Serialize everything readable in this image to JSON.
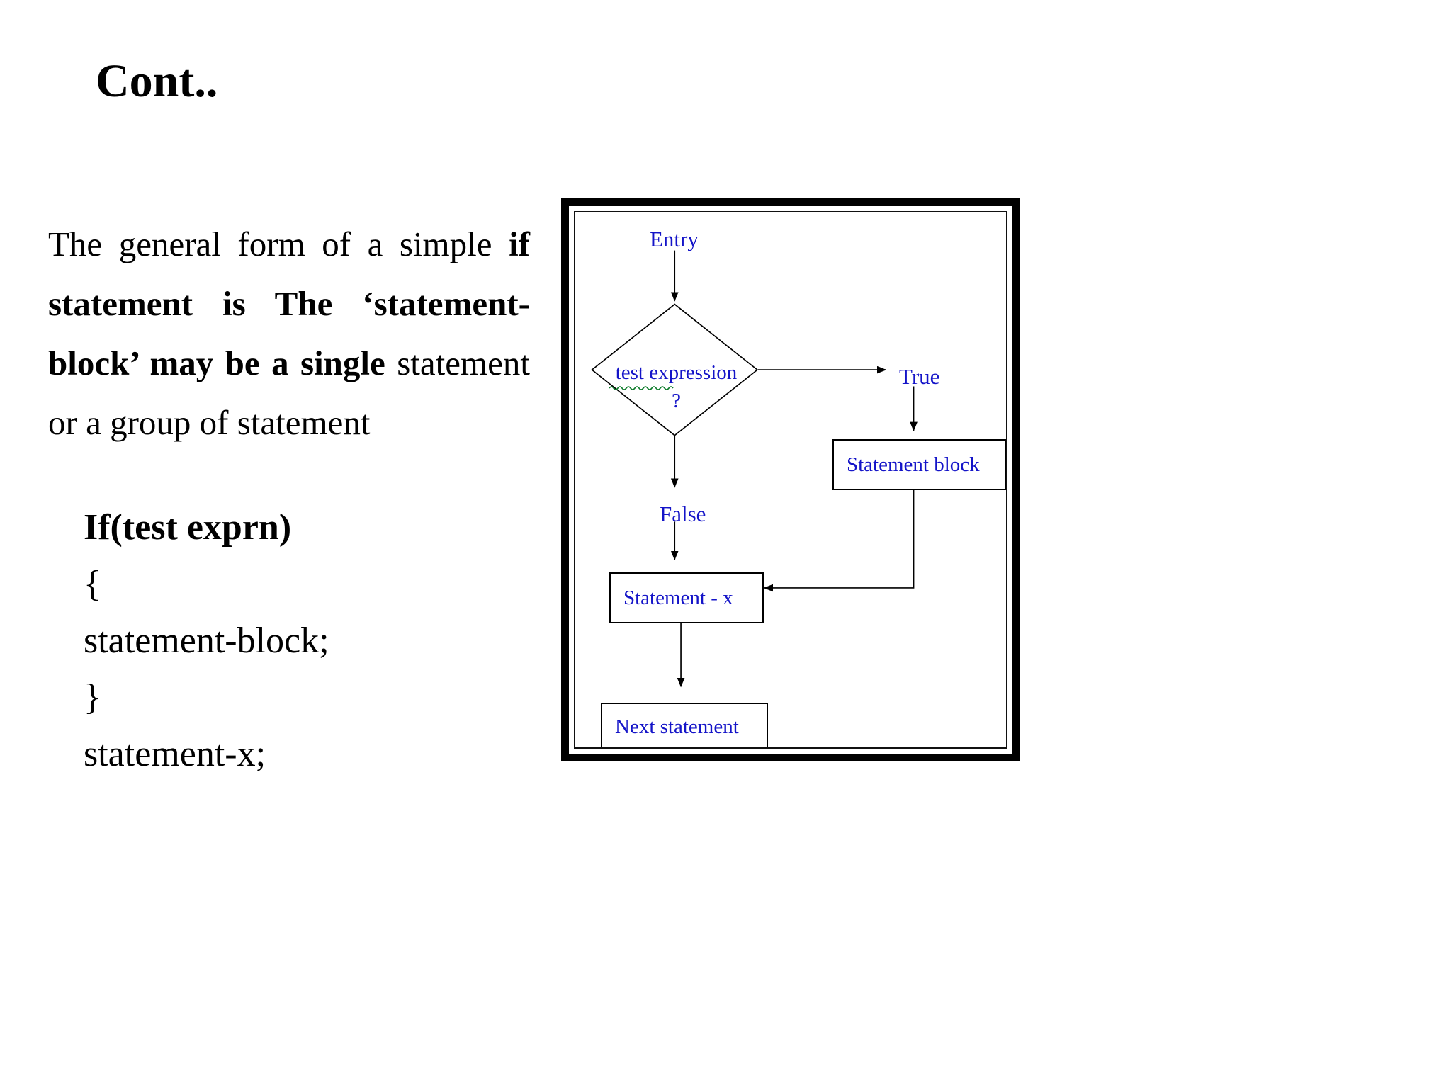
{
  "slide": {
    "title": "Cont..",
    "body_paragraph": {
      "segments": [
        {
          "text": "The general form of a simple ",
          "bold": false
        },
        {
          "text": "if statement is The ‘statement-block’ may be a single ",
          "bold": true
        },
        {
          "text": "statement or a group of statement",
          "bold": false
        }
      ],
      "plain_text": "The general form of a simple if statement is The ‘statement-block’ may be a single statement or a group of statement"
    },
    "code_block": {
      "lines": [
        {
          "text": "If(test exprn)",
          "bold": true
        },
        {
          "text": "{",
          "bold": false
        },
        {
          "text": "statement-block;",
          "bold": false
        },
        {
          "text": "}",
          "bold": false
        },
        {
          "text": "statement-x;",
          "bold": false
        }
      ]
    }
  },
  "flowchart": {
    "accent_color": "#1414c8",
    "line_color": "#000000",
    "spellcheck_underline_color": "#0a7a28",
    "labels": {
      "entry": "Entry",
      "true": "True",
      "false": "False",
      "decision_line1": "test expression",
      "decision_line2": "?"
    },
    "nodes": [
      {
        "id": "statement-block",
        "label": "Statement block",
        "shape": "rect"
      },
      {
        "id": "statement-x",
        "label": "Statement - x",
        "shape": "rect"
      },
      {
        "id": "next-statement",
        "label": "Next statement",
        "shape": "rect"
      }
    ],
    "edges": [
      {
        "from": "entry",
        "to": "decision",
        "label": ""
      },
      {
        "from": "decision",
        "to": "statement-block",
        "label": "True"
      },
      {
        "from": "decision",
        "to": "statement-x",
        "label": "False"
      },
      {
        "from": "statement-block",
        "to": "statement-x",
        "label": ""
      },
      {
        "from": "statement-x",
        "to": "next-statement",
        "label": ""
      }
    ]
  }
}
